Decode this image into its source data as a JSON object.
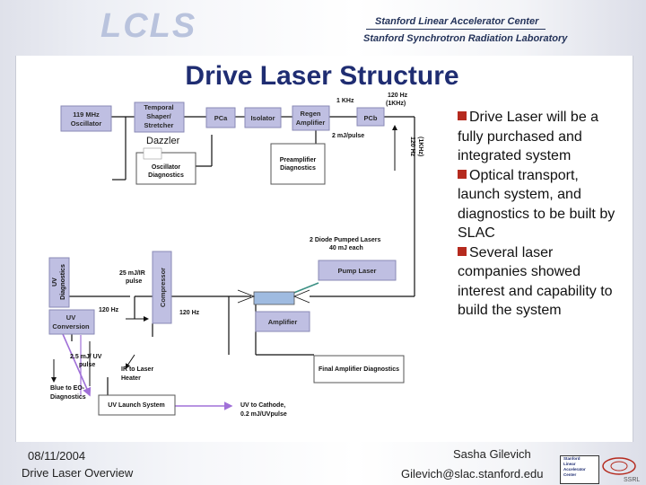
{
  "header": {
    "logo": "LCLS",
    "org_line1": "Stanford Linear Accelerator Center",
    "org_line2": "Stanford Synchrotron Radiation Laboratory"
  },
  "slide": {
    "title": "Drive Laser Structure"
  },
  "diagram": {
    "boxes": {
      "oscillator": [
        "119 MHz",
        "Oscillator"
      ],
      "shaper": [
        "Temporal",
        "Shaper/",
        "Stretcher"
      ],
      "pca": "PCa",
      "isolator": "Isolator",
      "regen": [
        "Regen",
        "Amplifier"
      ],
      "pcb": "PCb",
      "oscillator_diag": [
        "Oscillator",
        "Diagnostics"
      ],
      "preamp_diag": [
        "Preamplifier",
        "Diagnostics"
      ],
      "pump_laser": "Pump Laser",
      "amplifier": "Amplifier",
      "compressor": "Compressor",
      "uv_diag": [
        "UV",
        "Diagnostics"
      ],
      "uv_conversion": [
        "UV",
        "Conversion"
      ],
      "final_amp_diag": "Final Amplifier Diagnostics",
      "uv_launch": "UV Launch System"
    },
    "labels": {
      "dazzler": "Dazzler",
      "rate_1khz": "1 KHz",
      "rate_120hz_top": [
        "120 Hz",
        "(1KHz)"
      ],
      "rate_120hz_side": [
        "120 Hz",
        "(1KHz)"
      ],
      "mj_pulse": "2 mJ/pulse",
      "diode_lasers": [
        "2 Diode Pumped Lasers",
        "40 mJ each"
      ],
      "ir_pulse": [
        "25 mJ/IR",
        "pulse"
      ],
      "rate_120hz_left": "120 Hz",
      "rate_120hz_comp": "120 Hz",
      "uv_pulse": [
        "2.5 mJ/ UV",
        "pulse"
      ],
      "ir_heater": [
        "IR to Laser",
        "Heater"
      ],
      "blue_eo": [
        "Blue to EO-",
        "Diagnostics"
      ],
      "uv_cathode": [
        "UV to Cathode,",
        "0.2 mJ/UVpulse"
      ]
    }
  },
  "bullets": [
    "Drive Laser will be a fully purchased and integrated system",
    "Optical transport, launch system, and diagnostics to be built by SLAC",
    "Several laser companies showed interest and capability to build the system"
  ],
  "footer": {
    "date": "08/11/2004",
    "talk": "Drive Laser Overview",
    "author": "Sasha Gilevich",
    "email": "Gilevich@slac.stanford.edu",
    "slac_logo": [
      "Stanford",
      "Linear",
      "Accelerator",
      "Center"
    ],
    "ssrl_logo": "SSRL"
  },
  "colors": {
    "title": "#1f2d72",
    "box_fill": "#bfbfe2",
    "bullet_square": "#b52a1e",
    "uv_line": "#a070d8"
  }
}
